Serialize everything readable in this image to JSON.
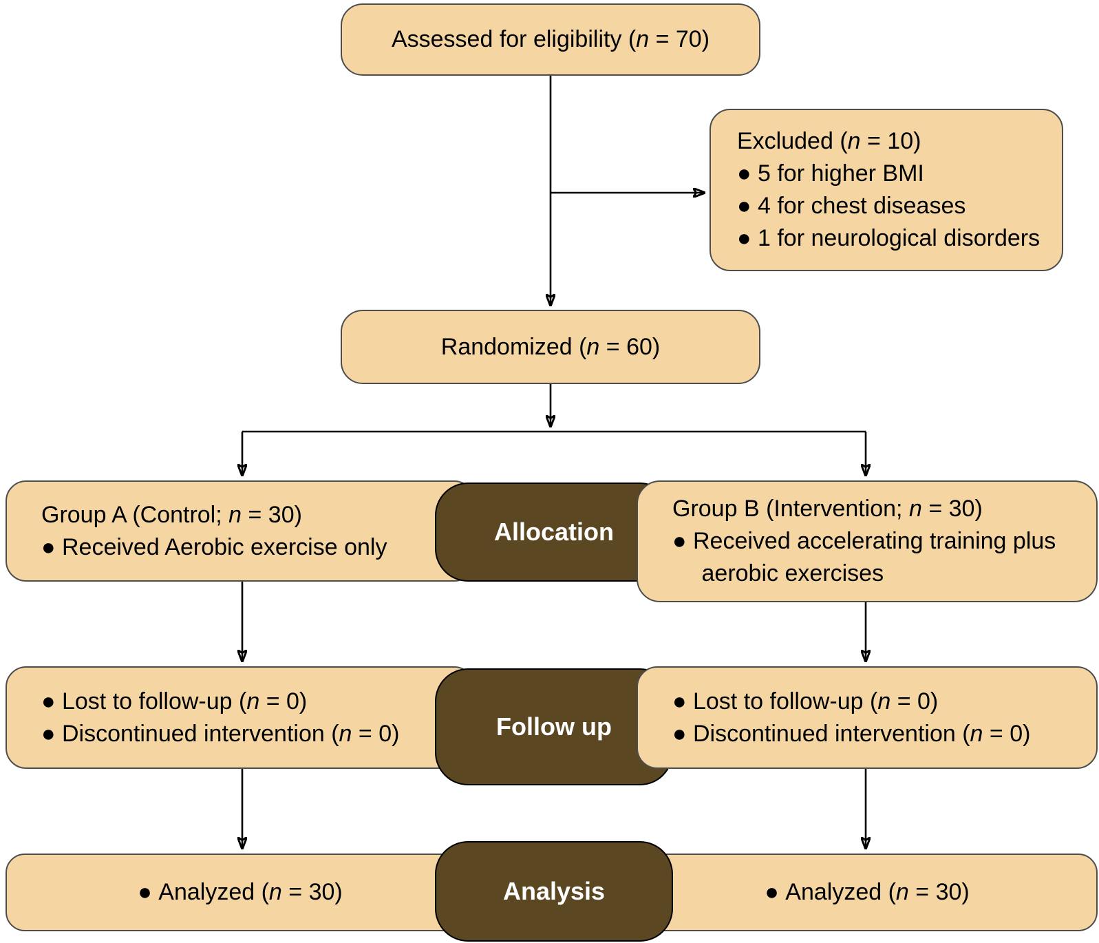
{
  "colors": {
    "box_fill": "#F5D6A2",
    "box_border": "#4D4D4D",
    "label_fill": "#5C4723",
    "label_border": "#000000",
    "label_text": "#FFFFFF",
    "text": "#000000",
    "arrow": "#000000"
  },
  "boxes": {
    "assessed": {
      "text": "Assessed for eligibility (n = 70)"
    },
    "excluded": {
      "title": "Excluded (n = 10)",
      "items": [
        "5 for higher BMI",
        "4 for chest diseases",
        "1 for neurological disorders"
      ]
    },
    "randomized": {
      "text": "Randomized (n = 60)"
    },
    "group_a": {
      "title": "Group A (Control; n = 30)",
      "items": [
        "Received Aerobic exercise only"
      ]
    },
    "group_b": {
      "title": "Group B (Intervention; n = 30)",
      "items": [
        "Received accelerating training plus aerobic exercises"
      ]
    },
    "followup_left": {
      "items": [
        "Lost to follow-up (n = 0)",
        "Discontinued intervention (n = 0)"
      ]
    },
    "followup_right": {
      "items": [
        "Lost to follow-up (n = 0)",
        "Discontinued intervention (n = 0)"
      ]
    },
    "analysis_left": {
      "items": [
        "Analyzed (n = 30)"
      ]
    },
    "analysis_right": {
      "items": [
        "Analyzed (n = 30)"
      ]
    }
  },
  "stage_labels": {
    "allocation": "Allocation",
    "followup": "Follow up",
    "analysis": "Analysis"
  }
}
